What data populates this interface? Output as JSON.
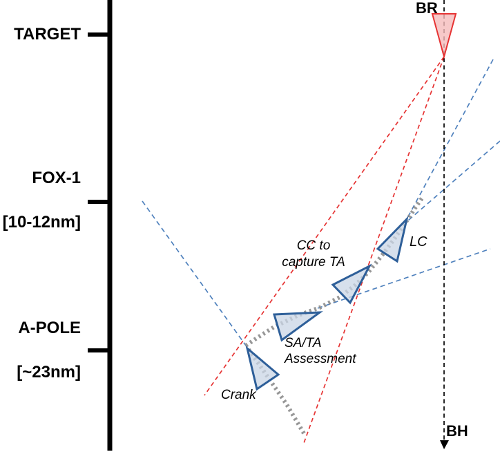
{
  "colors": {
    "axis-black": "#000000",
    "friendly-blue": "#2e5f99",
    "friendly-fill": "#c9d6e6",
    "threat-red": "#e63333",
    "threat-fill": "#f5bcbc",
    "bearing-blue": "#4f81bd",
    "path-gray": "#8c8c8c"
  },
  "axis": {
    "markers": [
      {
        "label": "TARGET",
        "sublabel": ""
      },
      {
        "label": "FOX-1",
        "sublabel": "[10-12nm]"
      },
      {
        "label": "A-POLE",
        "sublabel": "[~23nm]"
      }
    ]
  },
  "endpoints": {
    "br_label": "BR",
    "bh_label": "BH"
  },
  "maneuvers": {
    "lc": "LC",
    "cc": "CC to\ncapture TA",
    "sata": "SA/TA\nAssessment",
    "crank": "Crank"
  },
  "icons": {
    "bandit-icon": "red inverted cone triangle",
    "friendly-fighter-icon": "blue outlined triangle",
    "bh-arrow-icon": "black down arrowhead"
  }
}
